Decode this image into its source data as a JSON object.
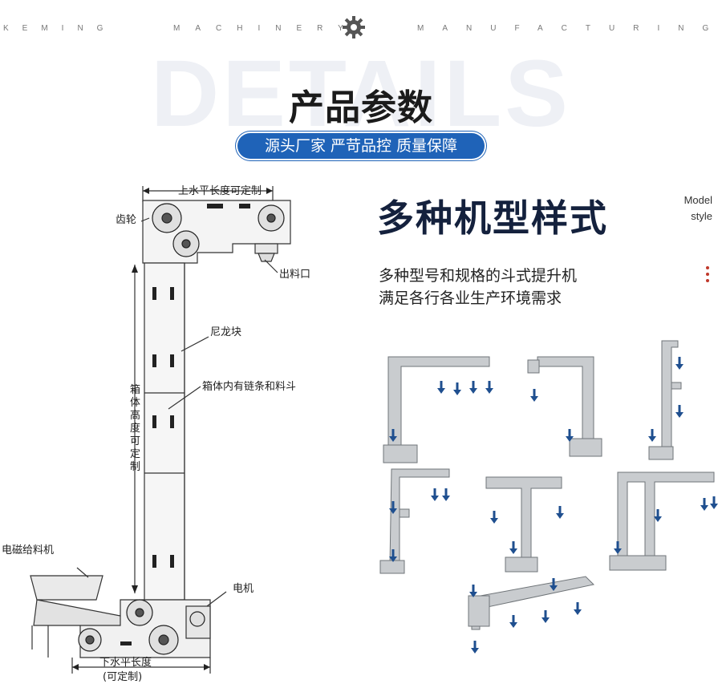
{
  "header": {
    "tagline_words": [
      "KEMING",
      "MACHINERY",
      "MANUFACTURING"
    ],
    "watermark": "DETAILS",
    "title": "产品参数",
    "pill_text": "源头厂家 严苛品控 质量保障",
    "logo_icon": "gear-icon"
  },
  "diagram": {
    "labels": {
      "top_length": "上水平长度可定制",
      "gear": "齿轮",
      "outlet": "出料口",
      "nylon_block": "尼龙块",
      "chain_bucket": "箱体内有链条和料斗",
      "box_height": [
        "箱",
        "体",
        "高",
        "度",
        "可",
        "定",
        "制"
      ],
      "feeder": "电磁给料机",
      "motor": "电机",
      "bottom_length": "下水平长度",
      "bottom_length_note": "(可定制)"
    }
  },
  "models": {
    "headline": "多种机型样式",
    "english": [
      "Model",
      "style"
    ],
    "desc": [
      "多种型号和规格的斗式提升机",
      "满足各行各业生产环境需求"
    ],
    "accent_color": "#1f4f8f",
    "body_color": "#c9cccf"
  }
}
